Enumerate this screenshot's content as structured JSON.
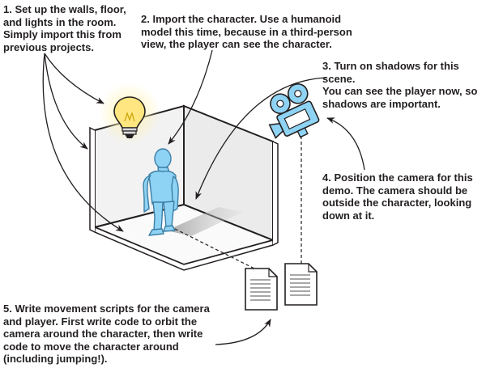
{
  "callouts": [
    {
      "number": "1.",
      "text": "Set up the walls, floor,\nand lights in the room.\nSimply import this from\nprevious projects."
    },
    {
      "number": "2.",
      "text": "Import the character. Use a humanoid\nmodel this time, because in a third-person\nview, the player can see the character."
    },
    {
      "number": "3.",
      "text": "Turn on shadows for this scene.\nYou can see the player now, so\nshadows are important."
    },
    {
      "number": "4.",
      "text": "Position the camera for this\ndemo. The camera should be\noutside the character, looking\ndown at it."
    },
    {
      "number": "5.",
      "text": "Write movement scripts for the camera\nand player. First write code to orbit the\ncamera around the character, then write\ncode to move the character around\n(including jumping!)."
    }
  ],
  "colors": {
    "text": "#231f20",
    "character": "#8fd3f4",
    "character_outline": "#3d7ea6",
    "camera": "#8fd3f4",
    "bulb": "#ffe680",
    "bulb_glow": "#fff3b0",
    "wall": "#f2f2f2",
    "wall_dark": "#e6e6e6",
    "lines": "#231f20"
  },
  "icons": [
    "light-bulb-icon",
    "movie-camera-icon",
    "script-document-icon",
    "script-document-icon"
  ]
}
